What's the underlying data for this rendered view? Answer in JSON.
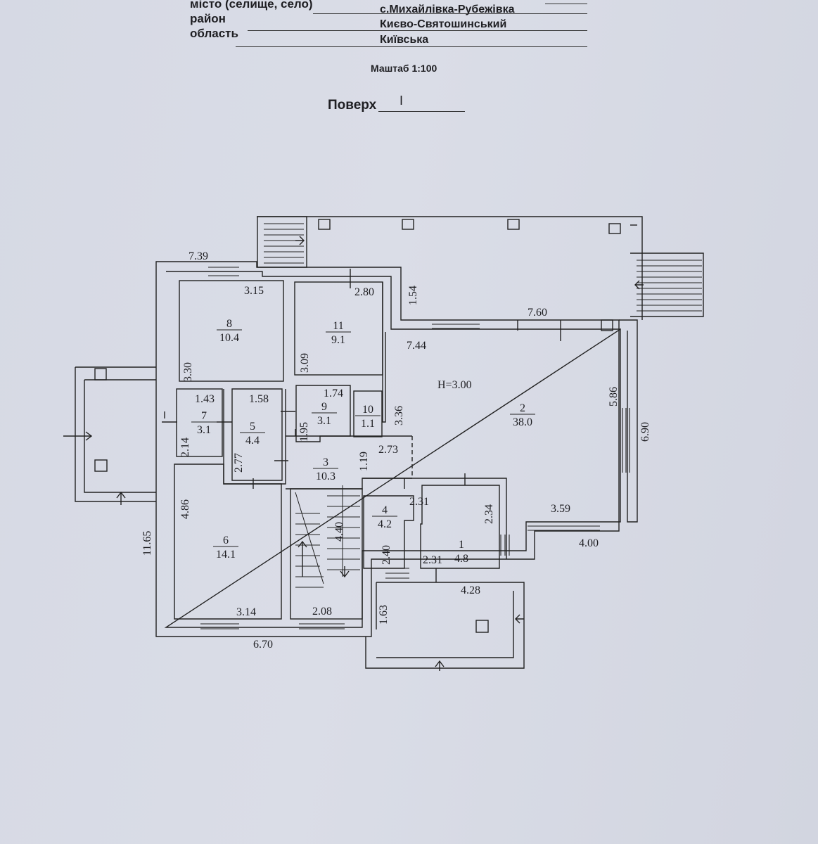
{
  "header": {
    "city_label": "місто (селище, село)",
    "city_value": "с.Михайлівка-Рубежівка",
    "district_label": "район",
    "district_value": "Києво-Святошинський",
    "region_label": "область",
    "region_value": "Київська",
    "scale": "Маштаб 1:100",
    "floor_label": "Поверх",
    "floor_value": "I"
  },
  "plan": {
    "height_note": "H=3.00",
    "rooms": [
      {
        "num": "1",
        "area": "4.8"
      },
      {
        "num": "2",
        "area": "38.0"
      },
      {
        "num": "3",
        "area": "10.3"
      },
      {
        "num": "4",
        "area": "4.2"
      },
      {
        "num": "5",
        "area": "4.4"
      },
      {
        "num": "6",
        "area": "14.1"
      },
      {
        "num": "7",
        "area": "3.1"
      },
      {
        "num": "8",
        "area": "10.4"
      },
      {
        "num": "9",
        "area": "3.1"
      },
      {
        "num": "10",
        "area": "1.1"
      },
      {
        "num": "11",
        "area": "9.1"
      }
    ],
    "dimensions": [
      "7.39",
      "3.15",
      "2.80",
      "1.54",
      "7.60",
      "7.44",
      "3.30",
      "3.09",
      "1.43",
      "1.58",
      "1.74",
      "1.95",
      "2.14",
      "2.77",
      "3.36",
      "1.19",
      "2.73",
      "5.86",
      "6.90",
      "2.31",
      "2.34",
      "4.86",
      "4.40",
      "2.40",
      "2.31",
      "3.59",
      "4.00",
      "11.65",
      "4.28",
      "1.63",
      "3.14",
      "2.08",
      "6.70"
    ]
  },
  "colors": {
    "paper": "#d8dbe5",
    "ink": "#1e1e22"
  }
}
